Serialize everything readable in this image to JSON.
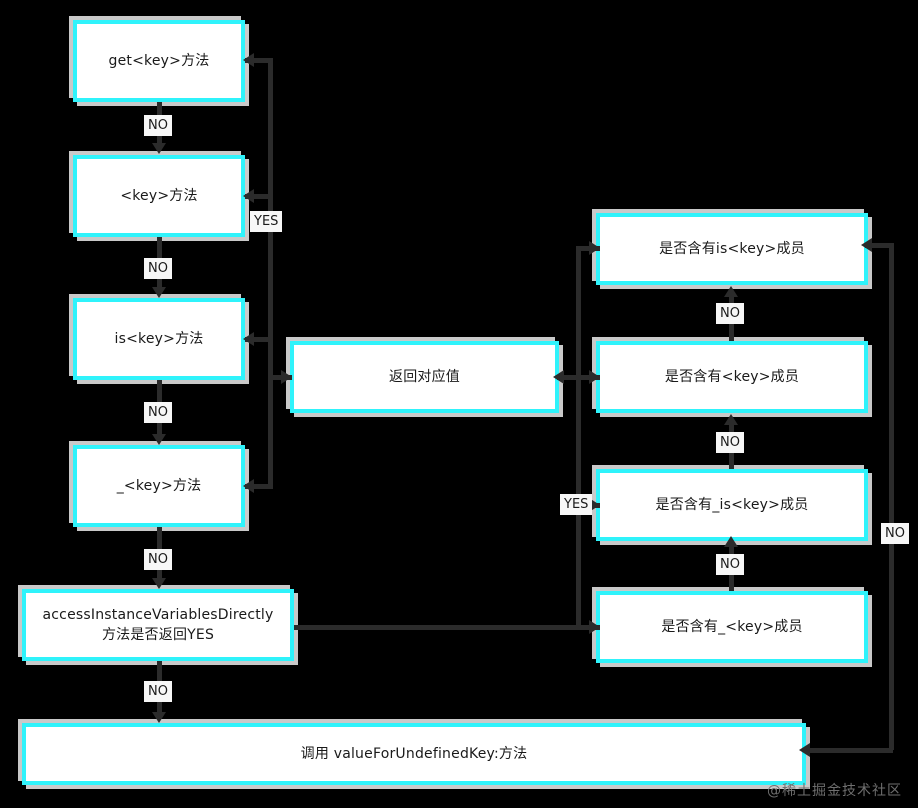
{
  "diagram": {
    "title": "KVC valueForKey lookup flowchart",
    "colors": {
      "background": "#000000",
      "node_border": "#2ff3fb",
      "node_fill": "#ffffff",
      "node_shadow": "#c9c9c9",
      "connector": "#2b2b2b",
      "label_bg": "#f7f7f7",
      "text": "#1a1a1a",
      "watermark": "#6e6e6e"
    },
    "left_column": [
      {
        "id": "get-key",
        "text": "get<key>方法"
      },
      {
        "id": "key-method",
        "text": "<key>方法"
      },
      {
        "id": "is-key",
        "text": "is<key>方法"
      },
      {
        "id": "underscore-key",
        "text": "_<key>方法"
      }
    ],
    "center": {
      "id": "return-value",
      "text": "返回对应值"
    },
    "access_node": {
      "id": "access-instance-variables-directly",
      "line1": "accessInstanceVariablesDirectly",
      "line2": "方法是否返回YES"
    },
    "right_column": [
      {
        "id": "has-is-key-ivar",
        "text": "是否含有is<key>成员"
      },
      {
        "id": "has-key-ivar",
        "text": "是否含有<key>成员"
      },
      {
        "id": "has-underscore-is-key-ivar",
        "text": "是否含有_is<key>成员"
      },
      {
        "id": "has-underscore-key-ivar",
        "text": "是否含有_<key>成员"
      }
    ],
    "bottom_node": {
      "id": "call-value-for-undefined-key",
      "text": "调用 valueForUndefinedKey:方法"
    },
    "edge_labels": {
      "no_left_1": "NO",
      "no_left_2": "NO",
      "no_left_3": "NO",
      "no_left_4": "NO",
      "no_left_5": "NO",
      "yes_left": "YES",
      "no_right_1": "NO",
      "no_right_2": "NO",
      "no_right_3": "NO",
      "yes_right": "YES",
      "no_far_right": "NO"
    },
    "watermark": "@稀土掘金技术社区"
  }
}
